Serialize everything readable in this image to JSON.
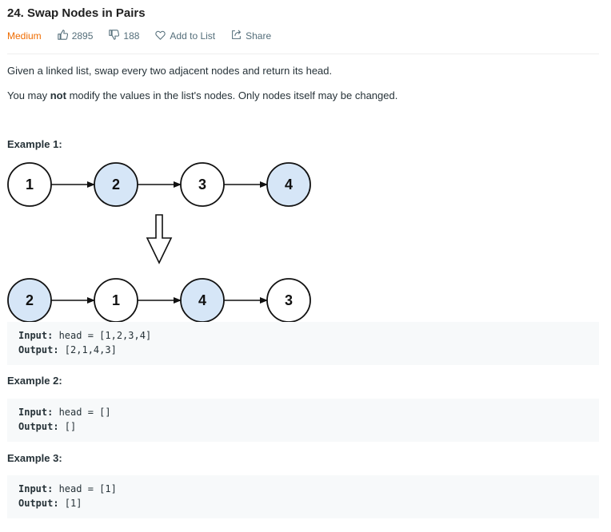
{
  "problem": {
    "title": "24. Swap Nodes in Pairs",
    "difficulty": "Medium",
    "likes": "2895",
    "dislikes": "188",
    "add_to_list": "Add to List",
    "share": "Share"
  },
  "description": {
    "p1": "Given a linked list, swap every two adjacent nodes and return its head.",
    "p2_before": "You may ",
    "p2_bold": "not",
    "p2_after": " modify the values in the list's nodes. Only nodes itself may be changed."
  },
  "examples": [
    {
      "title": "Example 1:",
      "input_label": "Input:",
      "input_value": " head = [1,2,3,4]",
      "output_label": "Output:",
      "output_value": " [2,1,4,3]"
    },
    {
      "title": "Example 2:",
      "input_label": "Input:",
      "input_value": " head = []",
      "output_label": "Output:",
      "output_value": " []"
    },
    {
      "title": "Example 3:",
      "input_label": "Input:",
      "input_value": " head = [1]",
      "output_label": "Output:",
      "output_value": " [1]"
    }
  ],
  "diagram": {
    "before": [
      {
        "label": "1",
        "highlighted": false
      },
      {
        "label": "2",
        "highlighted": true
      },
      {
        "label": "3",
        "highlighted": false
      },
      {
        "label": "4",
        "highlighted": true
      }
    ],
    "after": [
      {
        "label": "2",
        "highlighted": true
      },
      {
        "label": "1",
        "highlighted": false
      },
      {
        "label": "4",
        "highlighted": true
      },
      {
        "label": "3",
        "highlighted": false
      }
    ],
    "colors": {
      "highlight_fill": "#d6e6f7",
      "plain_fill": "#ffffff",
      "stroke": "#111111"
    }
  },
  "colors": {
    "difficulty": "#ef6c00",
    "meta_text": "#546e7a",
    "code_bg": "#f7f9fa"
  }
}
